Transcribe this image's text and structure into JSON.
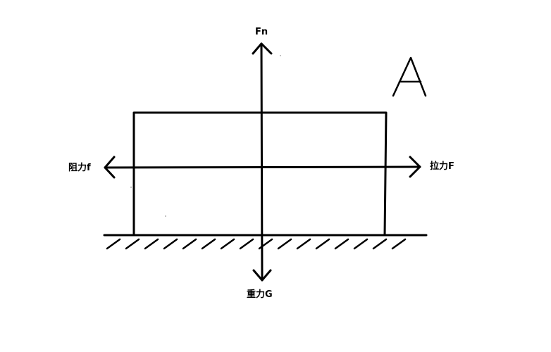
{
  "diagram": {
    "body_letter": "A",
    "forces": {
      "normal": "Fn",
      "friction": "阻力f",
      "pull": "拉力F",
      "gravity": "重力G"
    },
    "colors": {
      "ink": "#000000",
      "background": "#ffffff"
    }
  }
}
